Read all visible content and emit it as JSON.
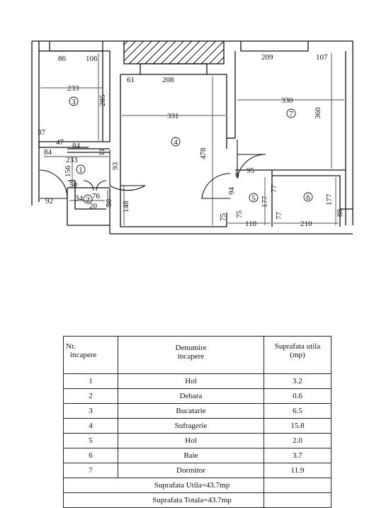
{
  "plan": {
    "dimensions": {
      "d86": "86",
      "d106": "106",
      "d233a": "233",
      "d285": "285",
      "d37": "37",
      "d47": "47",
      "d84a": "84",
      "d84b": "84",
      "d233b": "233",
      "d11": "11",
      "d93": "93",
      "d156": "156",
      "d50a": "50",
      "d76": "76",
      "d34": "34",
      "d20": "20",
      "d50b": "50",
      "d92": "92",
      "d61": "61",
      "d208": "208",
      "d331": "331",
      "d478": "478",
      "d148": "148",
      "d209": "209",
      "d107": "107",
      "d330": "330",
      "d360": "360",
      "d95": "95",
      "d6": "6",
      "d94": "94",
      "d177a": "177",
      "d77a": "77",
      "d177b": "177",
      "d75a": "75",
      "d75b": "75",
      "d77b": "77",
      "d110": "110",
      "d210": "210",
      "d88": "88"
    },
    "room_numbers": [
      "1",
      "2",
      "3",
      "4",
      "5",
      "6",
      "7"
    ]
  },
  "table": {
    "header_nr": [
      "Nr.",
      "incapere"
    ],
    "header_name": [
      "Denumire",
      "incapere"
    ],
    "header_area": [
      "Suprafata utila",
      "(mp)"
    ],
    "rows": [
      {
        "nr": "1",
        "name": "Hol",
        "area": "3.2"
      },
      {
        "nr": "2",
        "name": "Debara",
        "area": "0.6"
      },
      {
        "nr": "3",
        "name": "Bucatarie",
        "area": "6.5"
      },
      {
        "nr": "4",
        "name": "Sufragerie",
        "area": "15.8"
      },
      {
        "nr": "5",
        "name": "Hol",
        "area": "2.0"
      },
      {
        "nr": "6",
        "name": "Baie",
        "area": "3.7"
      },
      {
        "nr": "7",
        "name": "Dormitor",
        "area": "11.9"
      }
    ],
    "total_utila": "Suprafata Utila=43.7mp",
    "total_totala": "Suprafata Totala=43.7mp"
  }
}
